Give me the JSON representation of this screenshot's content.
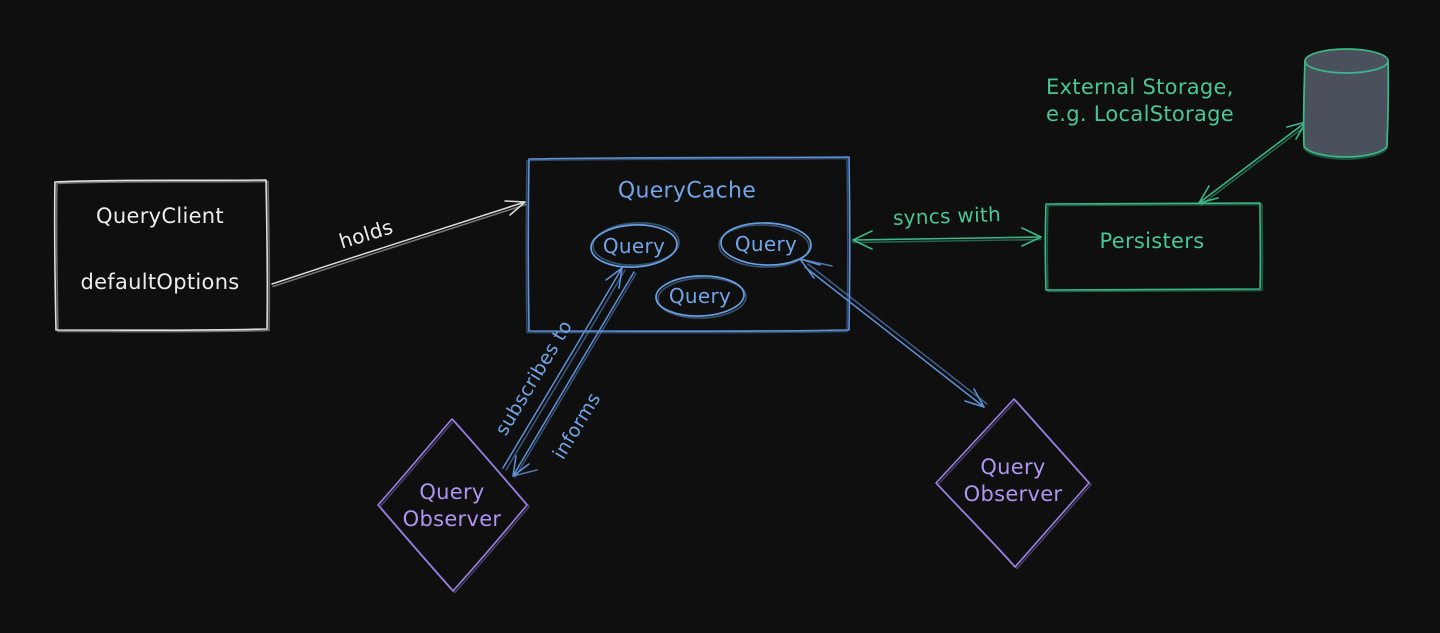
{
  "canvas": {
    "background": "#0f0f0f",
    "style": "hand-drawn whiteboard diagram"
  },
  "colors": {
    "white_stroke": "#e0e0e0",
    "blue_stroke": "#5f93d8",
    "green_stroke": "#3bb888",
    "purple_stroke": "#9c82e6",
    "cylinder_fill": "#4a515c"
  },
  "nodes": {
    "query_client": {
      "title": "QueryClient",
      "subtitle": "defaultOptions"
    },
    "query_cache": {
      "title": "QueryCache",
      "queries": [
        "Query",
        "Query",
        "Query"
      ]
    },
    "persisters": {
      "label": "Persisters"
    },
    "external_storage": {
      "line1": "External Storage,",
      "line2": "e.g. LocalStorage"
    },
    "observer_left": {
      "line1": "Query",
      "line2": "Observer"
    },
    "observer_right": {
      "line1": "Query",
      "line2": "Observer"
    }
  },
  "edges": {
    "holds": {
      "label": "holds"
    },
    "syncs_with": {
      "label": "syncs with"
    },
    "subscribes_to": {
      "label": "subscribes to"
    },
    "informs": {
      "label": "informs"
    }
  }
}
